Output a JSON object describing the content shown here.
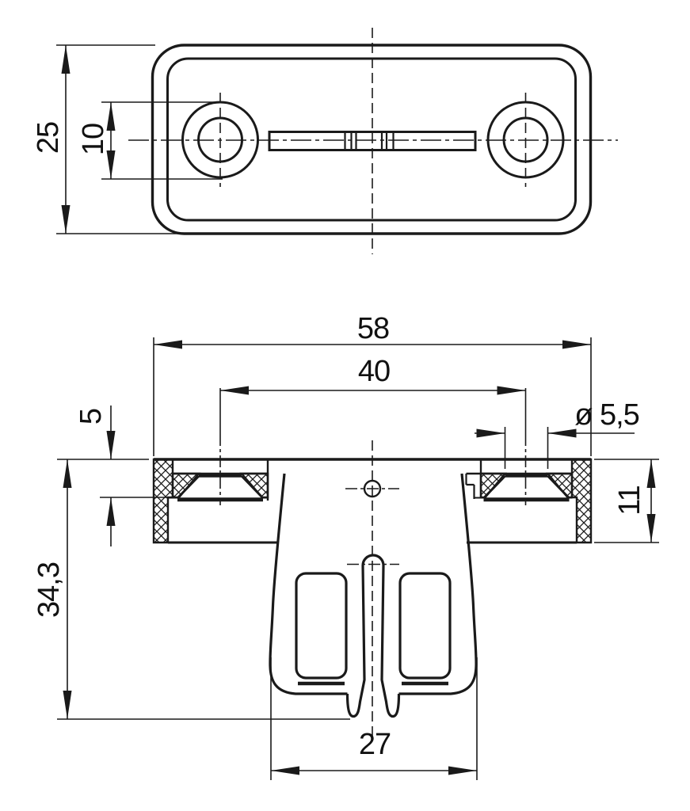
{
  "drawing": {
    "type": "engineering-drawing",
    "description": "Two orthographic views of a snap-in mounting bracket: top view of rounded-rectangle plate with two counterbored holes and a central slot; sectioned front view with crosshatched flange walls, countersunk holes and snap-fit legs",
    "line_color": "#1a1a1a",
    "background": "#ffffff",
    "dims": {
      "plate_height": "25",
      "counterbore_width": "10",
      "overall_width": "58",
      "hole_spacing": "40",
      "hole_diameter": "ø 5,5",
      "plate_offset": "5",
      "flange_height": "11",
      "overall_height": "34,3",
      "snap_width": "27"
    }
  }
}
